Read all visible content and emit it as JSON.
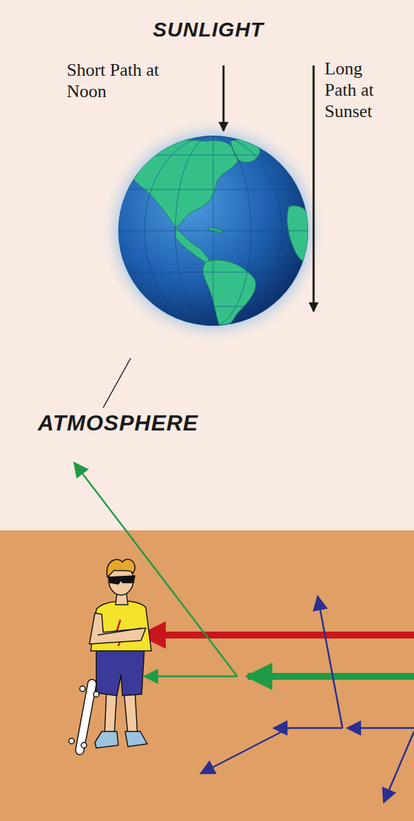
{
  "diagram": {
    "title": "SUNLIGHT",
    "labels": [
      "Short Path at Noon",
      "Long Path at Sunset",
      "ATMOSPHERE"
    ]
  }
}
